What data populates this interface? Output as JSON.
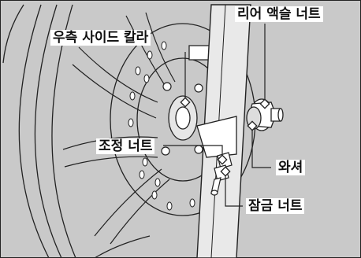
{
  "figure": {
    "labels": {
      "right_side_collar": "우측 사이드 칼라",
      "rear_axle_nut": "리어 액슬 너트",
      "adjusting_nut": "조정 너트",
      "washer": "와셔",
      "lock_nut": "잠금 너트"
    }
  }
}
